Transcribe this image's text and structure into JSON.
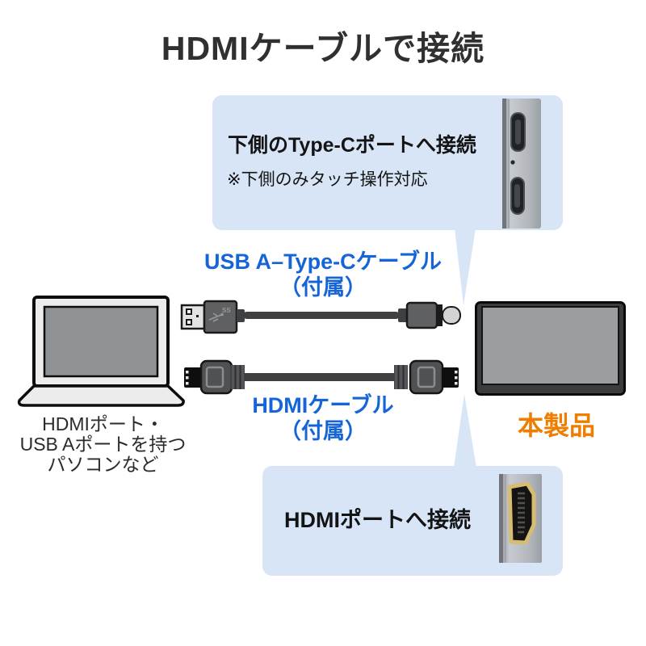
{
  "title": "HDMIケーブルで接続",
  "top_callout": {
    "heading": "下側のType-Cポートへ接続",
    "note": "※下側のみタッチ操作対応"
  },
  "bottom_callout": {
    "heading": "HDMIポートへ接続"
  },
  "usb_cable": {
    "label": "USB A–Type-Cケーブル",
    "sub_label": "（付属）",
    "connector_logo": "SS"
  },
  "hdmi_cable": {
    "label": "HDMIケーブル",
    "sub_label": "（付属）"
  },
  "laptop": {
    "caption_lines": [
      "HDMIポート・",
      "USB Aポートを持つ",
      "パソコンなど"
    ]
  },
  "product": {
    "label": "本製品"
  },
  "colors": {
    "callout_bg": "#d7e5f7",
    "label_blue": "#1565d8",
    "arrow_blue": "#1e78e8",
    "product_orange": "#ef7d00",
    "title_color": "#303030"
  }
}
